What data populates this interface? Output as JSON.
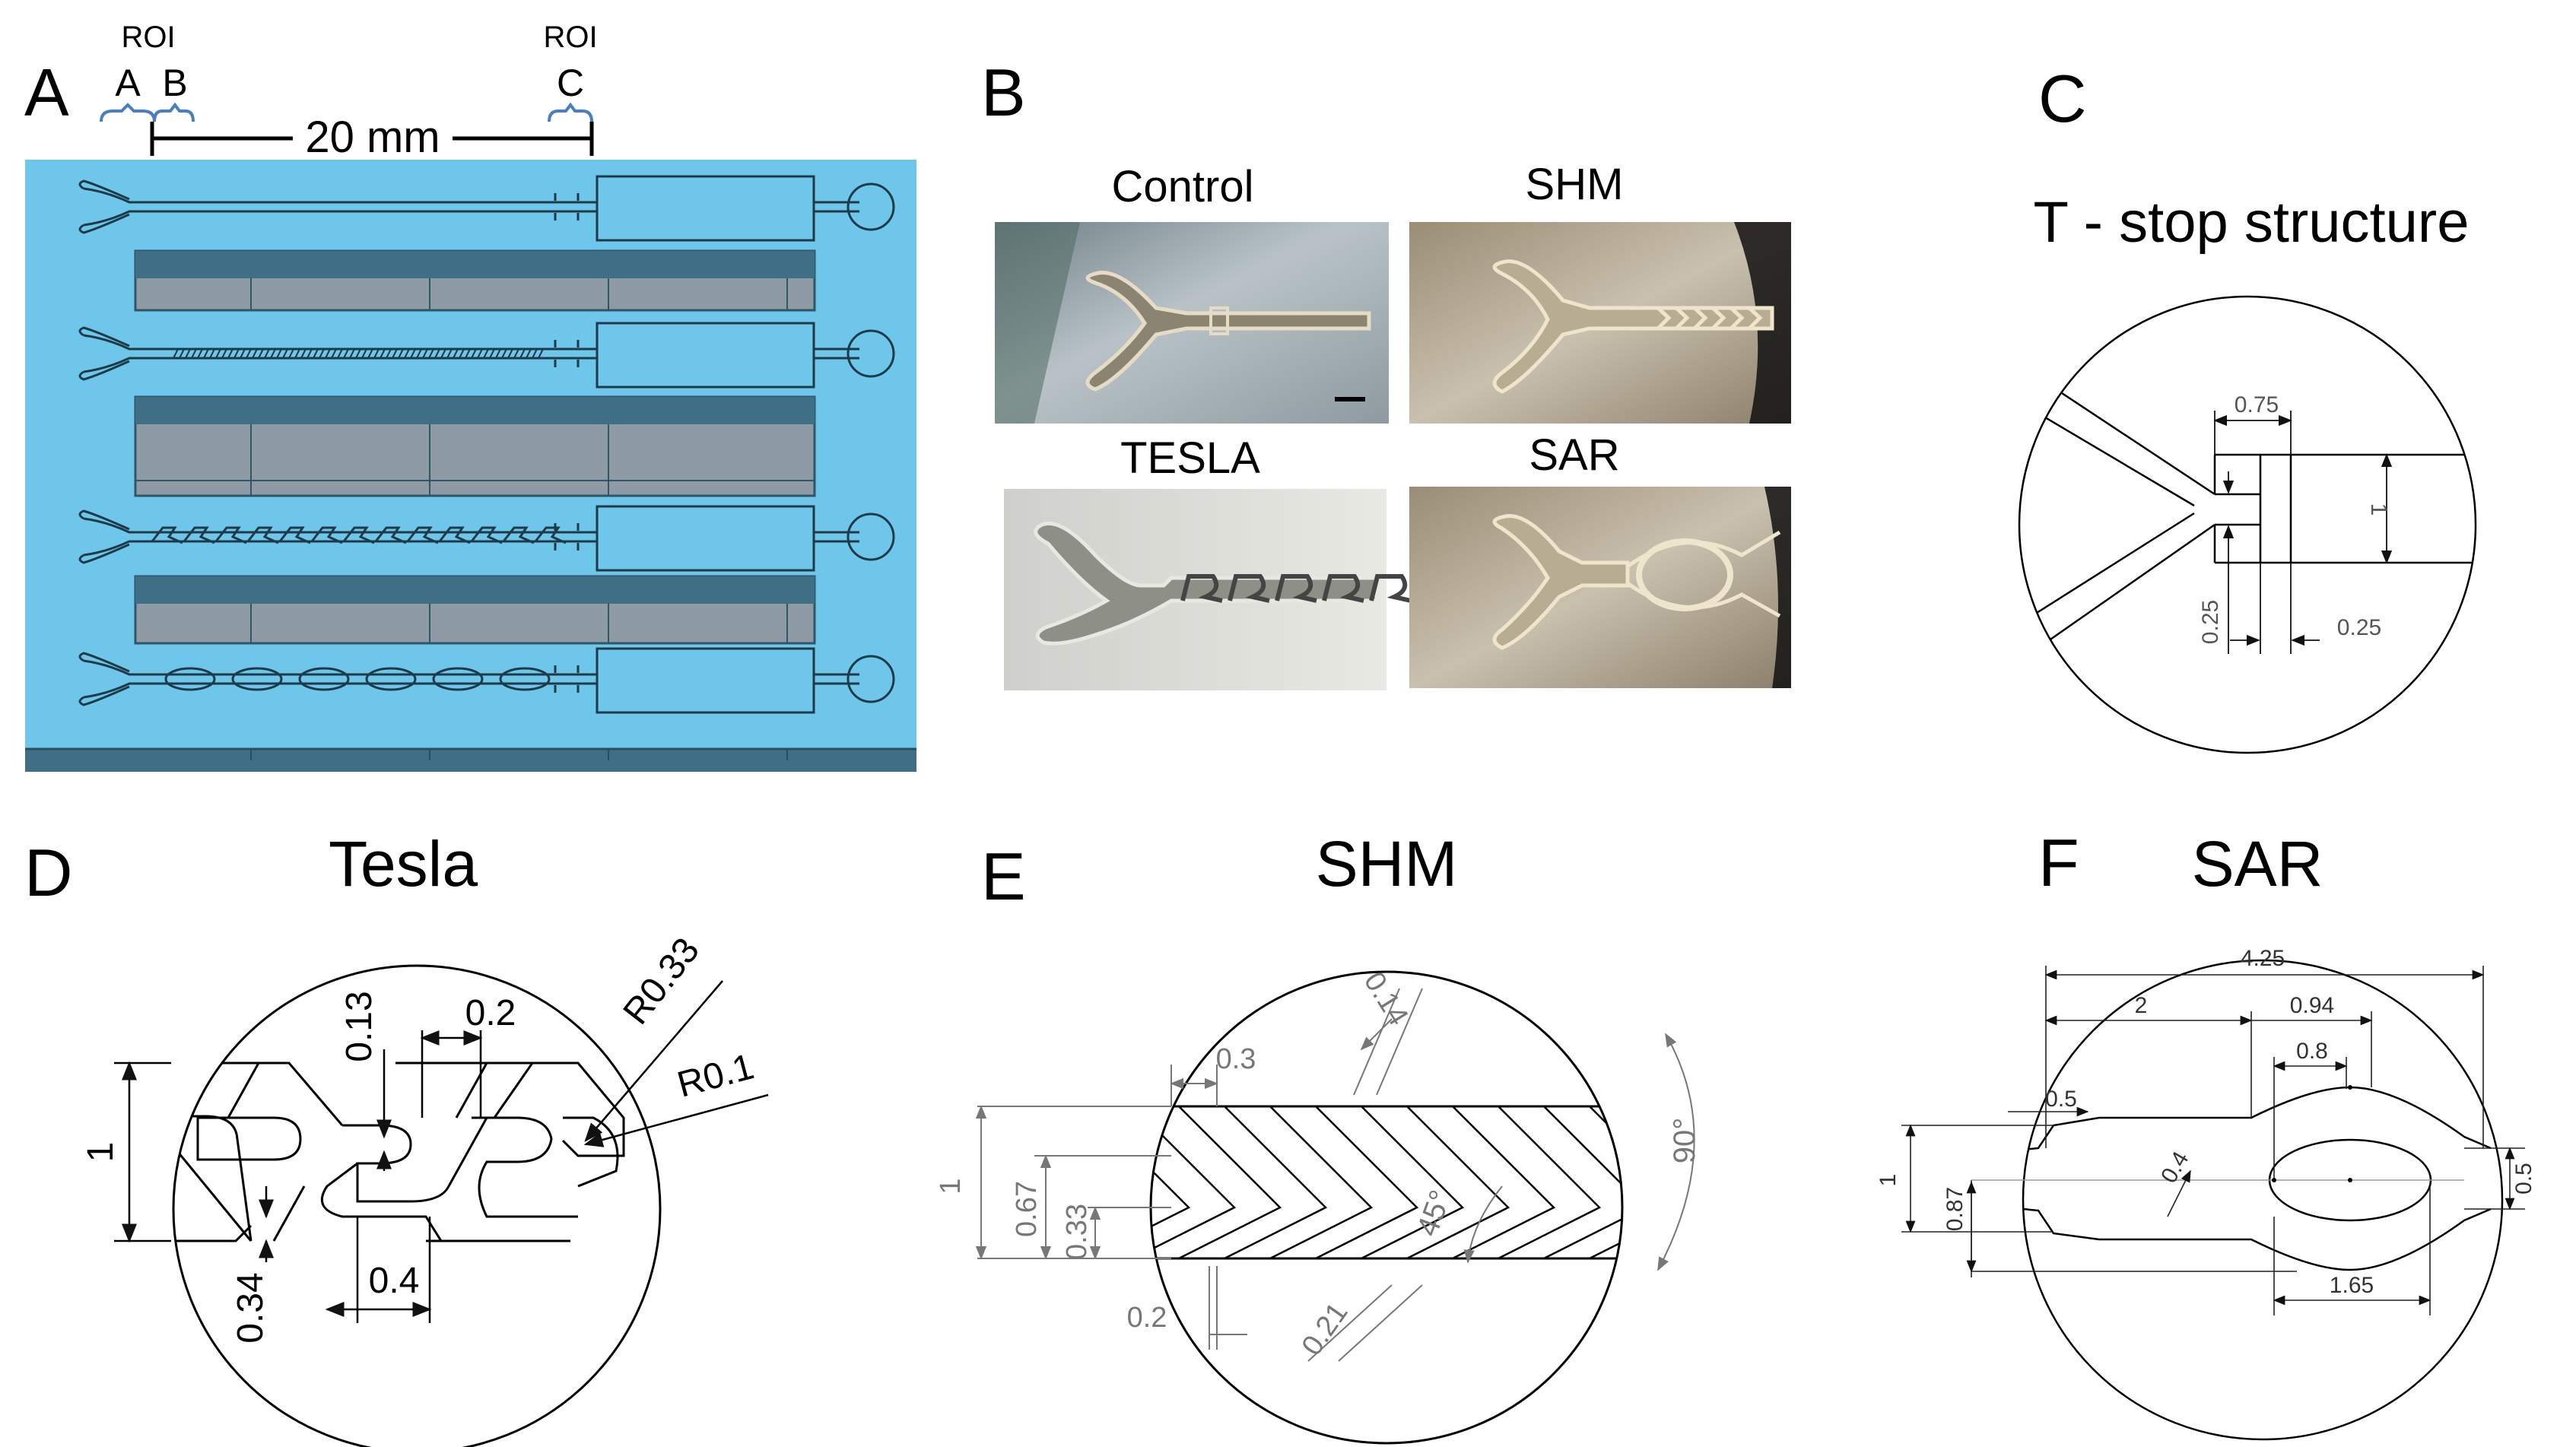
{
  "panels": {
    "A": {
      "letter": "A",
      "roi_left": "ROI",
      "roi_left_a": "A",
      "roi_left_b": "B",
      "roi_right": "ROI",
      "roi_right_c": "C",
      "scale_label": "20 mm"
    },
    "B": {
      "letter": "B",
      "photos": [
        "Control",
        "SHM",
        "TESLA",
        "SAR"
      ]
    },
    "C": {
      "letter": "C",
      "title": "T - stop structure",
      "dims": [
        "0.75",
        "1",
        "0.25",
        "0.25"
      ]
    },
    "D": {
      "letter": "D",
      "title": "Tesla",
      "dims": [
        "0.13",
        "0.2",
        "R0.33",
        "R0.1",
        "1",
        "0.34",
        "0.4"
      ]
    },
    "E": {
      "letter": "E",
      "title": "SHM",
      "dims": [
        "0.14",
        "0.3",
        "90°",
        "1",
        "0.67",
        "0.33",
        "45°",
        "0.2",
        "0.21"
      ]
    },
    "F": {
      "letter": "F",
      "title": "SAR",
      "dims": [
        "4.25",
        "2",
        "0.94",
        "0.8",
        "0.5",
        "0.4",
        "1",
        "0.87",
        "0.5",
        "1.65"
      ]
    }
  },
  "colors": {
    "chip_blue": "#6ec7ea",
    "chip_dark": "#3f6f86",
    "channel_gray": "#8e9aa4",
    "bracket_blue": "#4a7ec2",
    "dim_gray": "#777777"
  }
}
